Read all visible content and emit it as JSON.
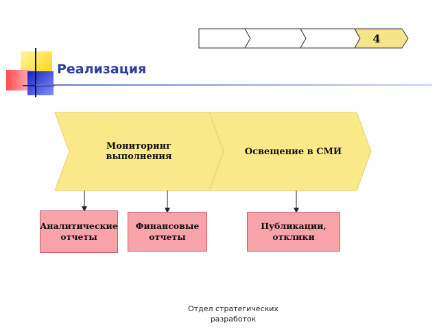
{
  "progress": {
    "steps": [
      "",
      "",
      "",
      "4"
    ],
    "active_index": 3,
    "active_color": "#f7e38a"
  },
  "header": {
    "title": "Реализация",
    "accent_colors": {
      "yellow": "#ffd400",
      "red": "#e8202a",
      "blue": "#2430c8",
      "title": "#2d3f9a"
    }
  },
  "process": {
    "stages": [
      {
        "label": "Мониторинг выполнения"
      },
      {
        "label": "Освещение в СМИ"
      }
    ],
    "stage_color": "#fbe888"
  },
  "outputs": [
    {
      "label": "Аналитические\nотчеты"
    },
    {
      "label": "Финансовые\nотчеты"
    },
    {
      "label": "Публикации,\nотклики"
    }
  ],
  "footer": {
    "text": "Отдел стратегических\nразработок"
  }
}
